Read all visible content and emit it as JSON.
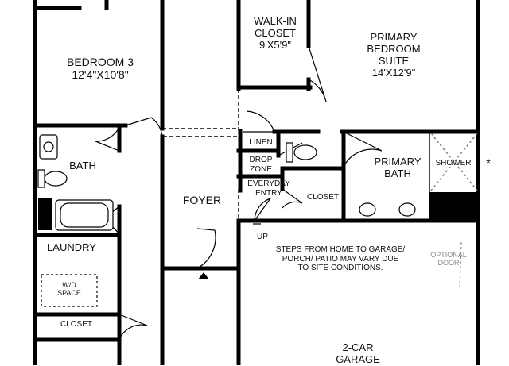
{
  "rooms": {
    "bedroom3": {
      "name": "BEDROOM 3",
      "dims": "12'4\"X10'8\""
    },
    "walk_in_closet": {
      "name_line1": "WALK-IN",
      "name_line2": "CLOSET",
      "dims": "9'X5'9\""
    },
    "primary_bedroom": {
      "name_line1": "PRIMARY",
      "name_line2": "BEDROOM",
      "name_line3": "SUITE",
      "dims": "14'X12'9\""
    },
    "bath": {
      "name": "BATH"
    },
    "linen": {
      "name": "LINEN"
    },
    "drop_zone": {
      "name_line1": "DROP",
      "name_line2": "ZONE"
    },
    "everyday_entry": {
      "name_line1": "EVERYDAY",
      "name_line2": "ENTRY"
    },
    "closet_center": {
      "name": "CLOSET"
    },
    "primary_bath": {
      "name_line1": "PRIMARY",
      "name_line2": "BATH"
    },
    "shower": {
      "name": "SHOWER"
    },
    "foyer": {
      "name": "FOYER"
    },
    "laundry": {
      "name": "LAUNDRY"
    },
    "wd_space": {
      "name_line1": "W/D",
      "name_line2": "SPACE"
    },
    "closet_lower": {
      "name": "CLOSET"
    },
    "garage": {
      "name_line1": "2-CAR",
      "name_line2": "GARAGE"
    }
  },
  "notes": {
    "asterisk": "*",
    "up": "UP",
    "steps_line1": "STEPS FROM HOME TO GARAGE/",
    "steps_line2": "PORCH/ PATIO MAY VARY DUE",
    "steps_line3": "TO SITE CONDITIONS.",
    "optional_door_line1": "OPTIONAL",
    "optional_door_line2": "DOOR"
  }
}
